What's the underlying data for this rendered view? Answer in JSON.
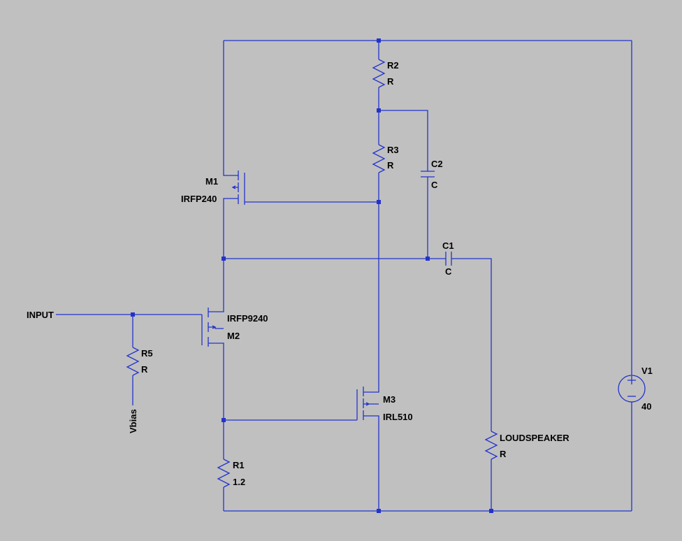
{
  "colors": {
    "background": "#c0c0c0",
    "wire": "#2233cc",
    "text": "#000000"
  },
  "labels": {
    "net_input": "INPUT",
    "net_vbias": "Vbias",
    "m1_name": "M1",
    "m1_model": "IRFP240",
    "m2_name": "M2",
    "m2_model": "IRFP9240",
    "m3_name": "M3",
    "m3_model": "IRL510",
    "r1_name": "R1",
    "r1_value": "1.2",
    "r2_name": "R2",
    "r2_value": "R",
    "r3_name": "R3",
    "r3_value": "R",
    "r5_name": "R5",
    "r5_value": "R",
    "c1_name": "C1",
    "c1_value": "C",
    "c2_name": "C2",
    "c2_value": "C",
    "speaker_name": "LOUDSPEAKER",
    "speaker_value": "R",
    "v1_name": "V1",
    "v1_value": "40"
  }
}
